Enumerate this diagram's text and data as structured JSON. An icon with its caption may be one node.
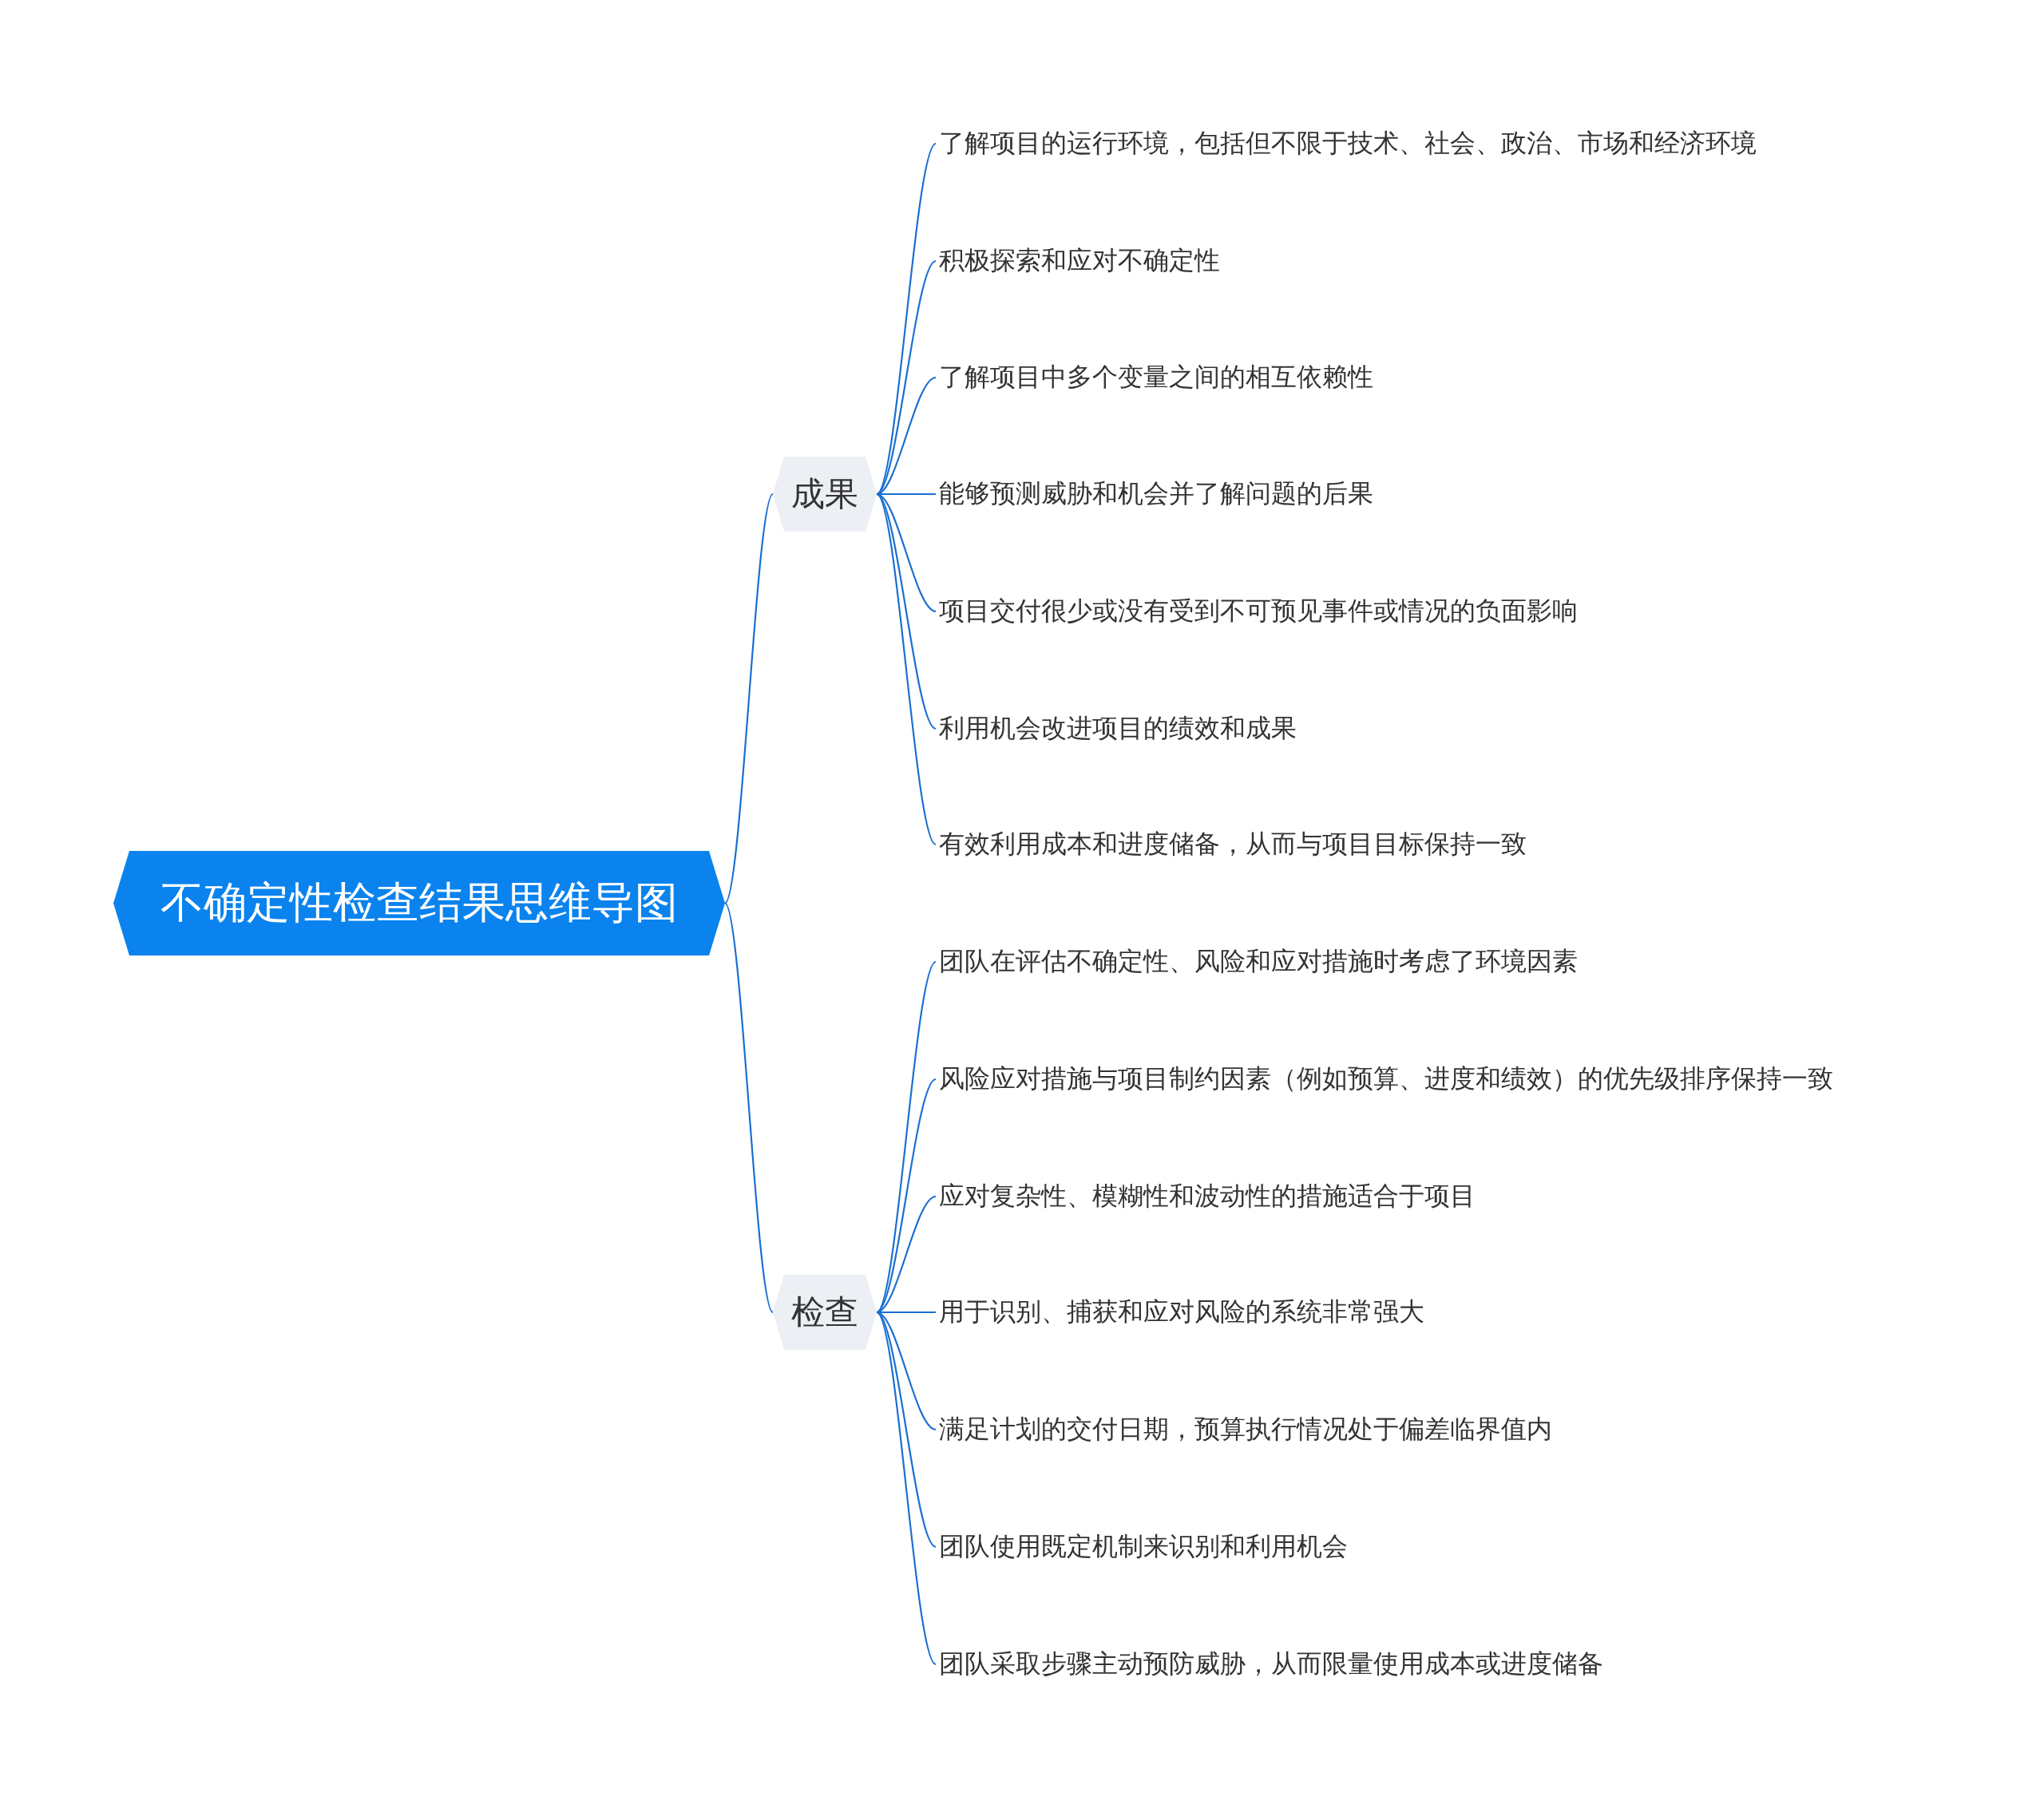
{
  "diagram": {
    "nodes": [
      {
        "text": [
          "不确定性检查结果思维导图"
        ]
      },
      {
        "text": [
          "成果"
        ]
      },
      {
        "text": [
          "了解项目的运行环境，包括但不限于技术、社会、政治、市场和经济环境"
        ]
      },
      {
        "text": [
          "积极探索和应对不确定性"
        ]
      },
      {
        "text": [
          "了解项目中多个变量之间的相互依赖性"
        ]
      },
      {
        "text": [
          "能够预测威胁和机会并了解问题的后果"
        ]
      },
      {
        "text": [
          "项目交付很少或没有受到不可预见事件或情况的负面影响"
        ]
      },
      {
        "text": [
          "利用机会改进项目的绩效和成果"
        ]
      },
      {
        "text": [
          "有效利用成本和进度储备，从而与项目目标保持一致"
        ]
      },
      {
        "text": [
          "检查"
        ]
      },
      {
        "text": [
          "团队在评估不确定性、风险和应对措施时考虑了环境因素"
        ]
      },
      {
        "text": [
          "风险应对措施与项目制约因素（例如预算、进度和绩效）的优先级排序保持一致"
        ]
      },
      {
        "text": [
          "应对复杂性、模糊性和波动性的措施适合于项目"
        ]
      },
      {
        "text": [
          "用于识别、捕获和应对风险的系统非常强大"
        ]
      },
      {
        "text": [
          "满足计划的交付日期，预算执行情况处于偏差临界值内"
        ]
      },
      {
        "text": [
          "团队使用既定机制来识别和利用机会"
        ]
      },
      {
        "text": [
          "团队采取步骤主动预防威胁，从而限量使用成本或进度储备"
        ]
      }
    ],
    "edges": [
      {
        "from": 0,
        "to": 1,
        "arrow": "none"
      },
      {
        "from": 1,
        "to": 2,
        "arrow": "none"
      },
      {
        "from": 1,
        "to": 3,
        "arrow": "none"
      },
      {
        "from": 1,
        "to": 4,
        "arrow": "none"
      },
      {
        "from": 1,
        "to": 5,
        "arrow": "none"
      },
      {
        "from": 1,
        "to": 6,
        "arrow": "none"
      },
      {
        "from": 1,
        "to": 7,
        "arrow": "none"
      },
      {
        "from": 1,
        "to": 8,
        "arrow": "none"
      },
      {
        "from": 0,
        "to": 9,
        "arrow": "none"
      },
      {
        "from": 9,
        "to": 10,
        "arrow": "none"
      },
      {
        "from": 9,
        "to": 11,
        "arrow": "none"
      },
      {
        "from": 9,
        "to": 12,
        "arrow": "none"
      },
      {
        "from": 9,
        "to": 13,
        "arrow": "none"
      },
      {
        "from": 9,
        "to": 14,
        "arrow": "none"
      },
      {
        "from": 9,
        "to": 15,
        "arrow": "none"
      },
      {
        "from": 9,
        "to": 16,
        "arrow": "none"
      }
    ]
  }
}
